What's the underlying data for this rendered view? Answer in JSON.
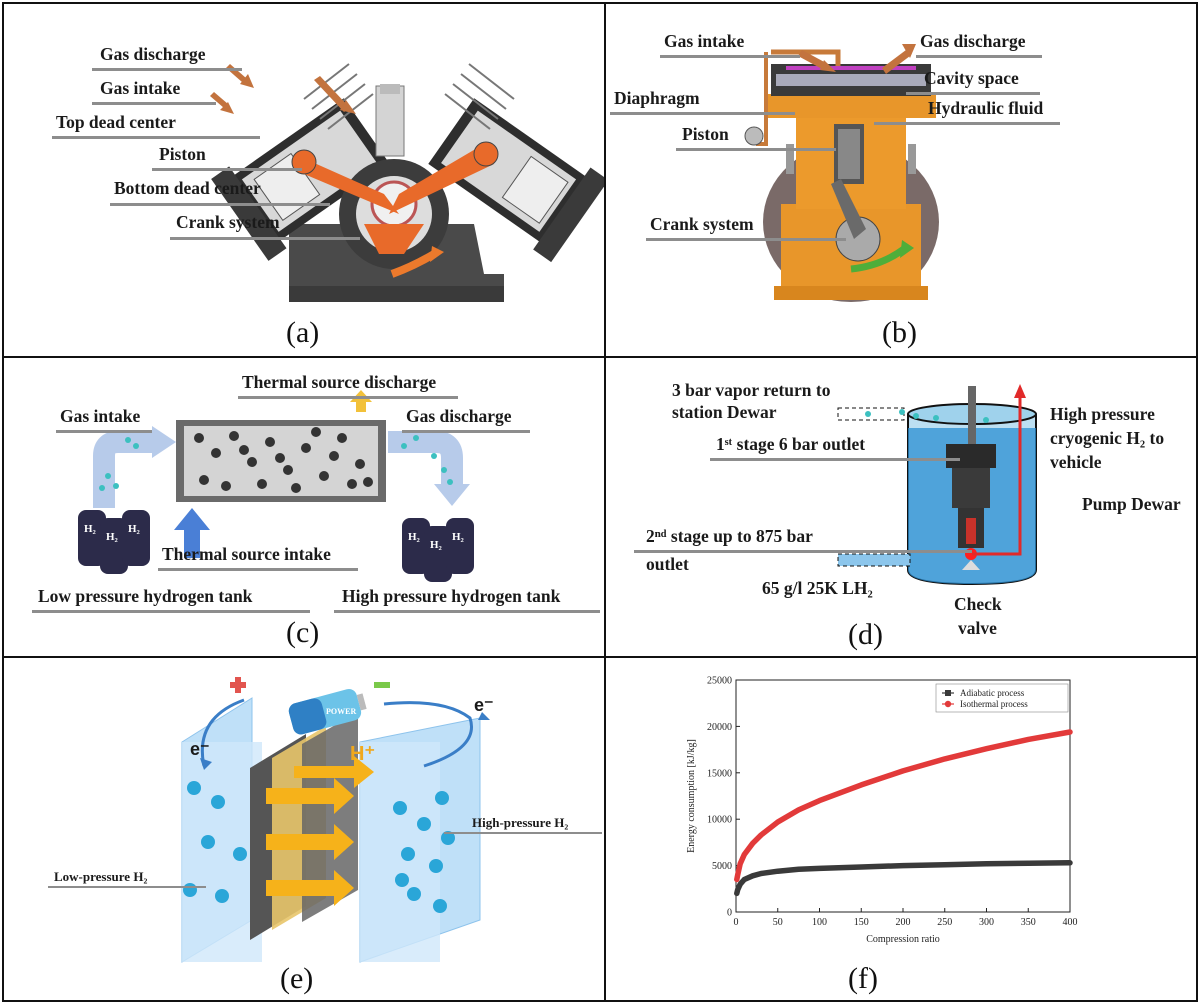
{
  "panels": {
    "a": {
      "caption": "(a)",
      "labels": {
        "gas_discharge": "Gas discharge",
        "gas_intake": "Gas intake",
        "top_dead_center": "Top dead center",
        "piston": "Piston",
        "bottom_dead_center": "Bottom dead center",
        "crank_system": "Crank system"
      }
    },
    "b": {
      "caption": "(b)",
      "labels": {
        "gas_intake": "Gas intake",
        "gas_discharge": "Gas discharge",
        "cavity_space": "Cavity space",
        "diaphragm": "Diaphragm",
        "hydraulic_fluid": "Hydraulic fluid",
        "piston": "Piston",
        "crank_system": "Crank system"
      }
    },
    "c": {
      "caption": "(c)",
      "labels": {
        "thermal_discharge": "Thermal source discharge",
        "gas_intake": "Gas intake",
        "gas_discharge": "Gas discharge",
        "thermal_intake": "Thermal source intake",
        "low_tank": "Low pressure hydrogen tank",
        "high_tank": "High pressure hydrogen tank",
        "tank_glyph": "H₂"
      }
    },
    "d": {
      "caption": "(d)",
      "labels": {
        "vapor_return_1": "3 bar vapor return to",
        "vapor_return_2": "station Dewar",
        "high_pressure_1": "High pressure",
        "high_pressure_2": "cryogenic H₂ to",
        "high_pressure_3": "vehicle",
        "stage1": "1ˢᵗ stage 6 bar outlet",
        "pump_dewar": "Pump Dewar",
        "stage2_1": "2ⁿᵈ stage up to 875 bar",
        "stage2_2": "outlet",
        "lh2": "65 g/l 25K LH₂",
        "check_1": "Check",
        "check_2": "valve"
      }
    },
    "e": {
      "caption": "(e)",
      "labels": {
        "electron_left": "e⁻",
        "electron_right": "e⁻",
        "proton": "H⁺",
        "battery_text": "POWER",
        "high_pressure": "High-pressure H₂",
        "low_pressure": "Low-pressure H₂"
      }
    },
    "f": {
      "caption": "(f)"
    }
  },
  "chart_data": {
    "type": "line",
    "title": "",
    "xlabel": "Compression ratio",
    "ylabel": "Energy consumption [kJ/kg]",
    "xlim": [
      0,
      400
    ],
    "ylim": [
      0,
      25000
    ],
    "x_ticks": [
      0,
      50,
      100,
      150,
      200,
      250,
      300,
      350,
      400
    ],
    "y_ticks": [
      0,
      5000,
      10000,
      15000,
      20000,
      25000
    ],
    "legend_position": "top-right",
    "series": [
      {
        "name": "Adiabatic process",
        "color": "#3a3a3a",
        "x": [
          1,
          2,
          5,
          10,
          20,
          30,
          50,
          75,
          100,
          150,
          200,
          250,
          300,
          350,
          400
        ],
        "y": [
          2000,
          2400,
          3000,
          3500,
          3900,
          4150,
          4400,
          4600,
          4700,
          4850,
          5000,
          5100,
          5200,
          5250,
          5300
        ]
      },
      {
        "name": "Isothermal process",
        "color": "#e23a3a",
        "x": [
          1,
          2,
          5,
          10,
          20,
          30,
          50,
          75,
          100,
          150,
          200,
          250,
          300,
          350,
          400
        ],
        "y": [
          3500,
          4000,
          5200,
          6200,
          7400,
          8300,
          9700,
          11000,
          12000,
          13700,
          15200,
          16500,
          17600,
          18600,
          19400
        ]
      }
    ]
  }
}
